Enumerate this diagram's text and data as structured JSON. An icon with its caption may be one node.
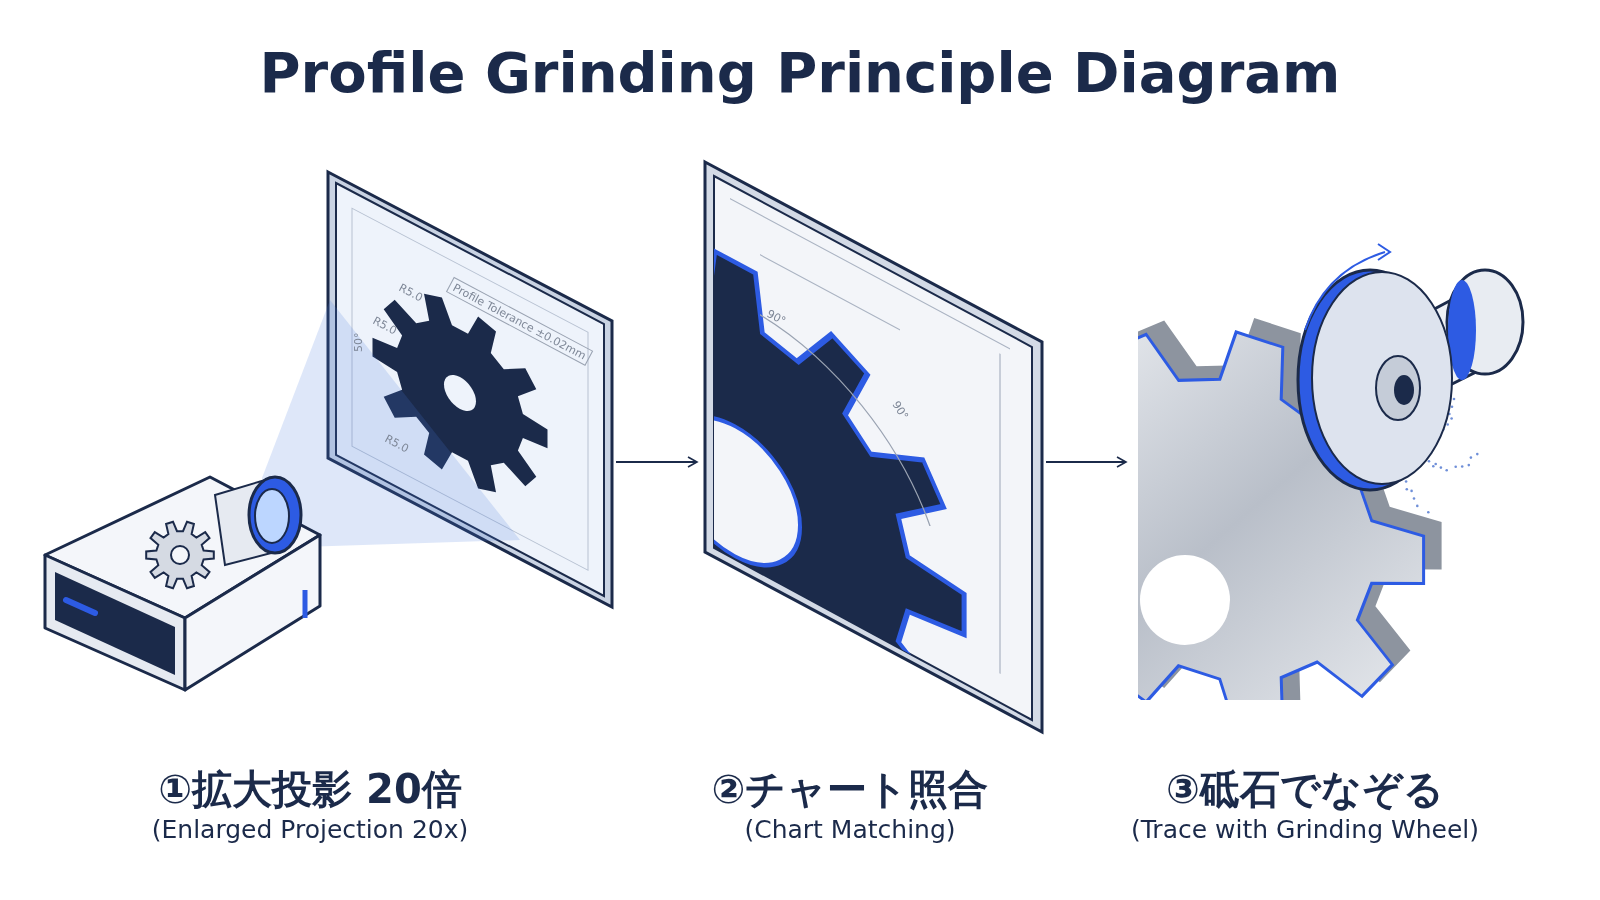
{
  "diagram": {
    "title": "Profile Grinding Principle Diagram",
    "nodes": [
      {
        "text": [
          "①拡大投影 20倍",
          "(Enlarged Projection 20x)"
        ]
      },
      {
        "text": [
          "②チャート照合",
          "(Chart Matching)"
        ]
      },
      {
        "text": [
          "③砥石でなぞる",
          "(Trace with Grinding Wheel)"
        ]
      }
    ],
    "edges": [
      {
        "from": 0,
        "to": 1,
        "arrow": "to"
      },
      {
        "from": 1,
        "to": 2,
        "arrow": "to"
      }
    ],
    "labels": [
      "R5.0",
      "Profile Tolerance ±0.02mm",
      "R5.0",
      "50°",
      "R5.0",
      "90°",
      "90°"
    ]
  }
}
